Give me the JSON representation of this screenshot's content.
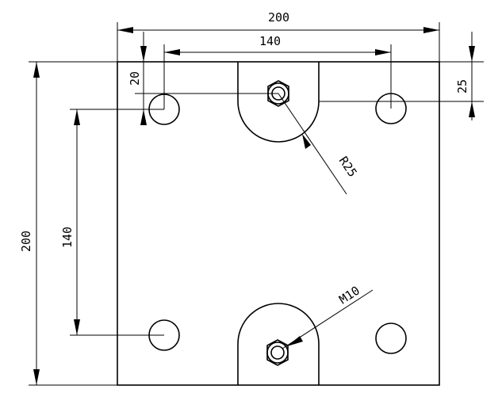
{
  "dimensions": {
    "overall_width": "200",
    "overall_height": "200",
    "hole_spacing_horizontal": "140",
    "hole_spacing_vertical": "140",
    "hole_edge_offset": "20",
    "slot_edge_offset": "25",
    "slot_radius": "R25",
    "bolt_thread": "M10"
  }
}
